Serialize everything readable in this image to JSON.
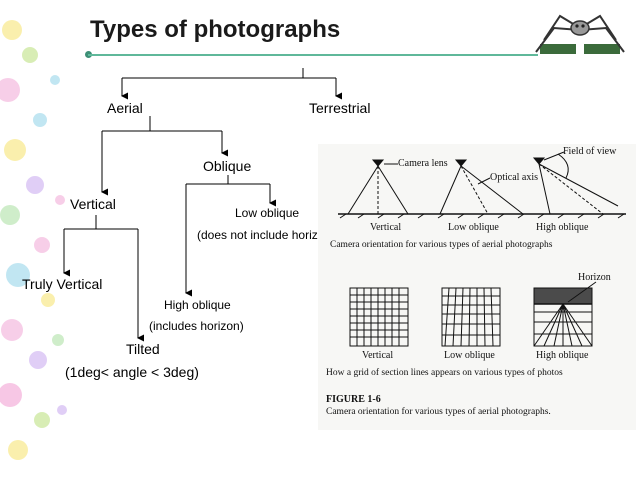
{
  "slide": {
    "title": "Types of photographs",
    "accent_color": "#5fb89a",
    "decor_icon": "robot-spider-icon"
  },
  "tree": {
    "aerial": "Aerial",
    "terrestrial": "Terrestrial",
    "oblique": "Oblique",
    "vertical": "Vertical",
    "low_oblique": "Low oblique",
    "low_oblique_note": "(does not include horizon)",
    "truly_vertical": "Truly Vertical",
    "high_oblique": "High oblique",
    "high_oblique_note": "(includes horizon)",
    "tilted": "Tilted",
    "tilted_note": "(1deg< angle < 3deg)"
  },
  "figure": {
    "field_of_view": "Field of view",
    "camera_lens": "Camera lens",
    "optical_axis": "Optical axis",
    "horizon": "Horizon",
    "top_labels": [
      "Vertical",
      "Low oblique",
      "High oblique"
    ],
    "top_caption": "Camera orientation for various types of aerial photographs",
    "bottom_labels": [
      "Vertical",
      "Low oblique",
      "High oblique"
    ],
    "bottom_caption": "How a grid of section lines appears on various types of photos",
    "fig_number": "FIGURE 1-6",
    "fig_caption": "Camera orientation for various types of aerial photographs."
  }
}
